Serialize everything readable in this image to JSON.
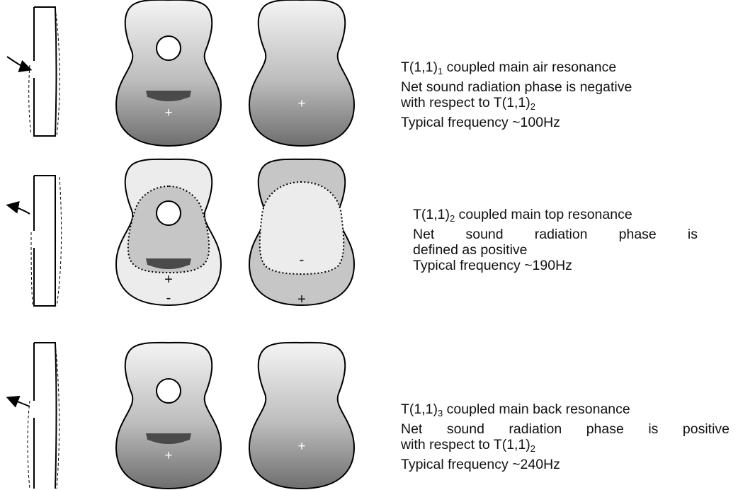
{
  "modes": [
    {
      "id": "mode-1",
      "title": "T(1,1)",
      "title_subscript": "1",
      "title_rest": " coupled main air resonance",
      "line2": "Net sound radiation phase is negative",
      "line3": "with respect to T(1,1)",
      "line3_subscript": "2",
      "line4": "Typical frequency ~100Hz",
      "top_center_sign": "+",
      "back_center_sign": "+"
    },
    {
      "id": "mode-2",
      "title": "T(1,1)",
      "title_subscript": "2",
      "title_rest": " coupled main top resonance",
      "line2": "Net sound radiation phase is",
      "line3": "defined as positive",
      "line4": "Typical frequency ~190Hz",
      "top_center_sign": "+",
      "top_edge_sign": "-",
      "back_center_sign": "-",
      "back_edge_sign": "+"
    },
    {
      "id": "mode-3",
      "title": "T(1,1)",
      "title_subscript": "3",
      "title_rest": " coupled main back resonance",
      "line2": "Net sound radiation phase is positive",
      "line3": "with respect to T(1,1)",
      "line3_subscript": "2",
      "line4": "Typical frequency ~240Hz",
      "top_center_sign": "+",
      "back_center_sign": "+"
    }
  ],
  "colors": {
    "outline": "#000000",
    "gradient_light": "#f4f4f4",
    "gradient_dark": "#6e6e6e",
    "bridge": "#4a4a4a",
    "mode2_light": "#ececec",
    "mode2_mid": "#c6c6c6"
  }
}
